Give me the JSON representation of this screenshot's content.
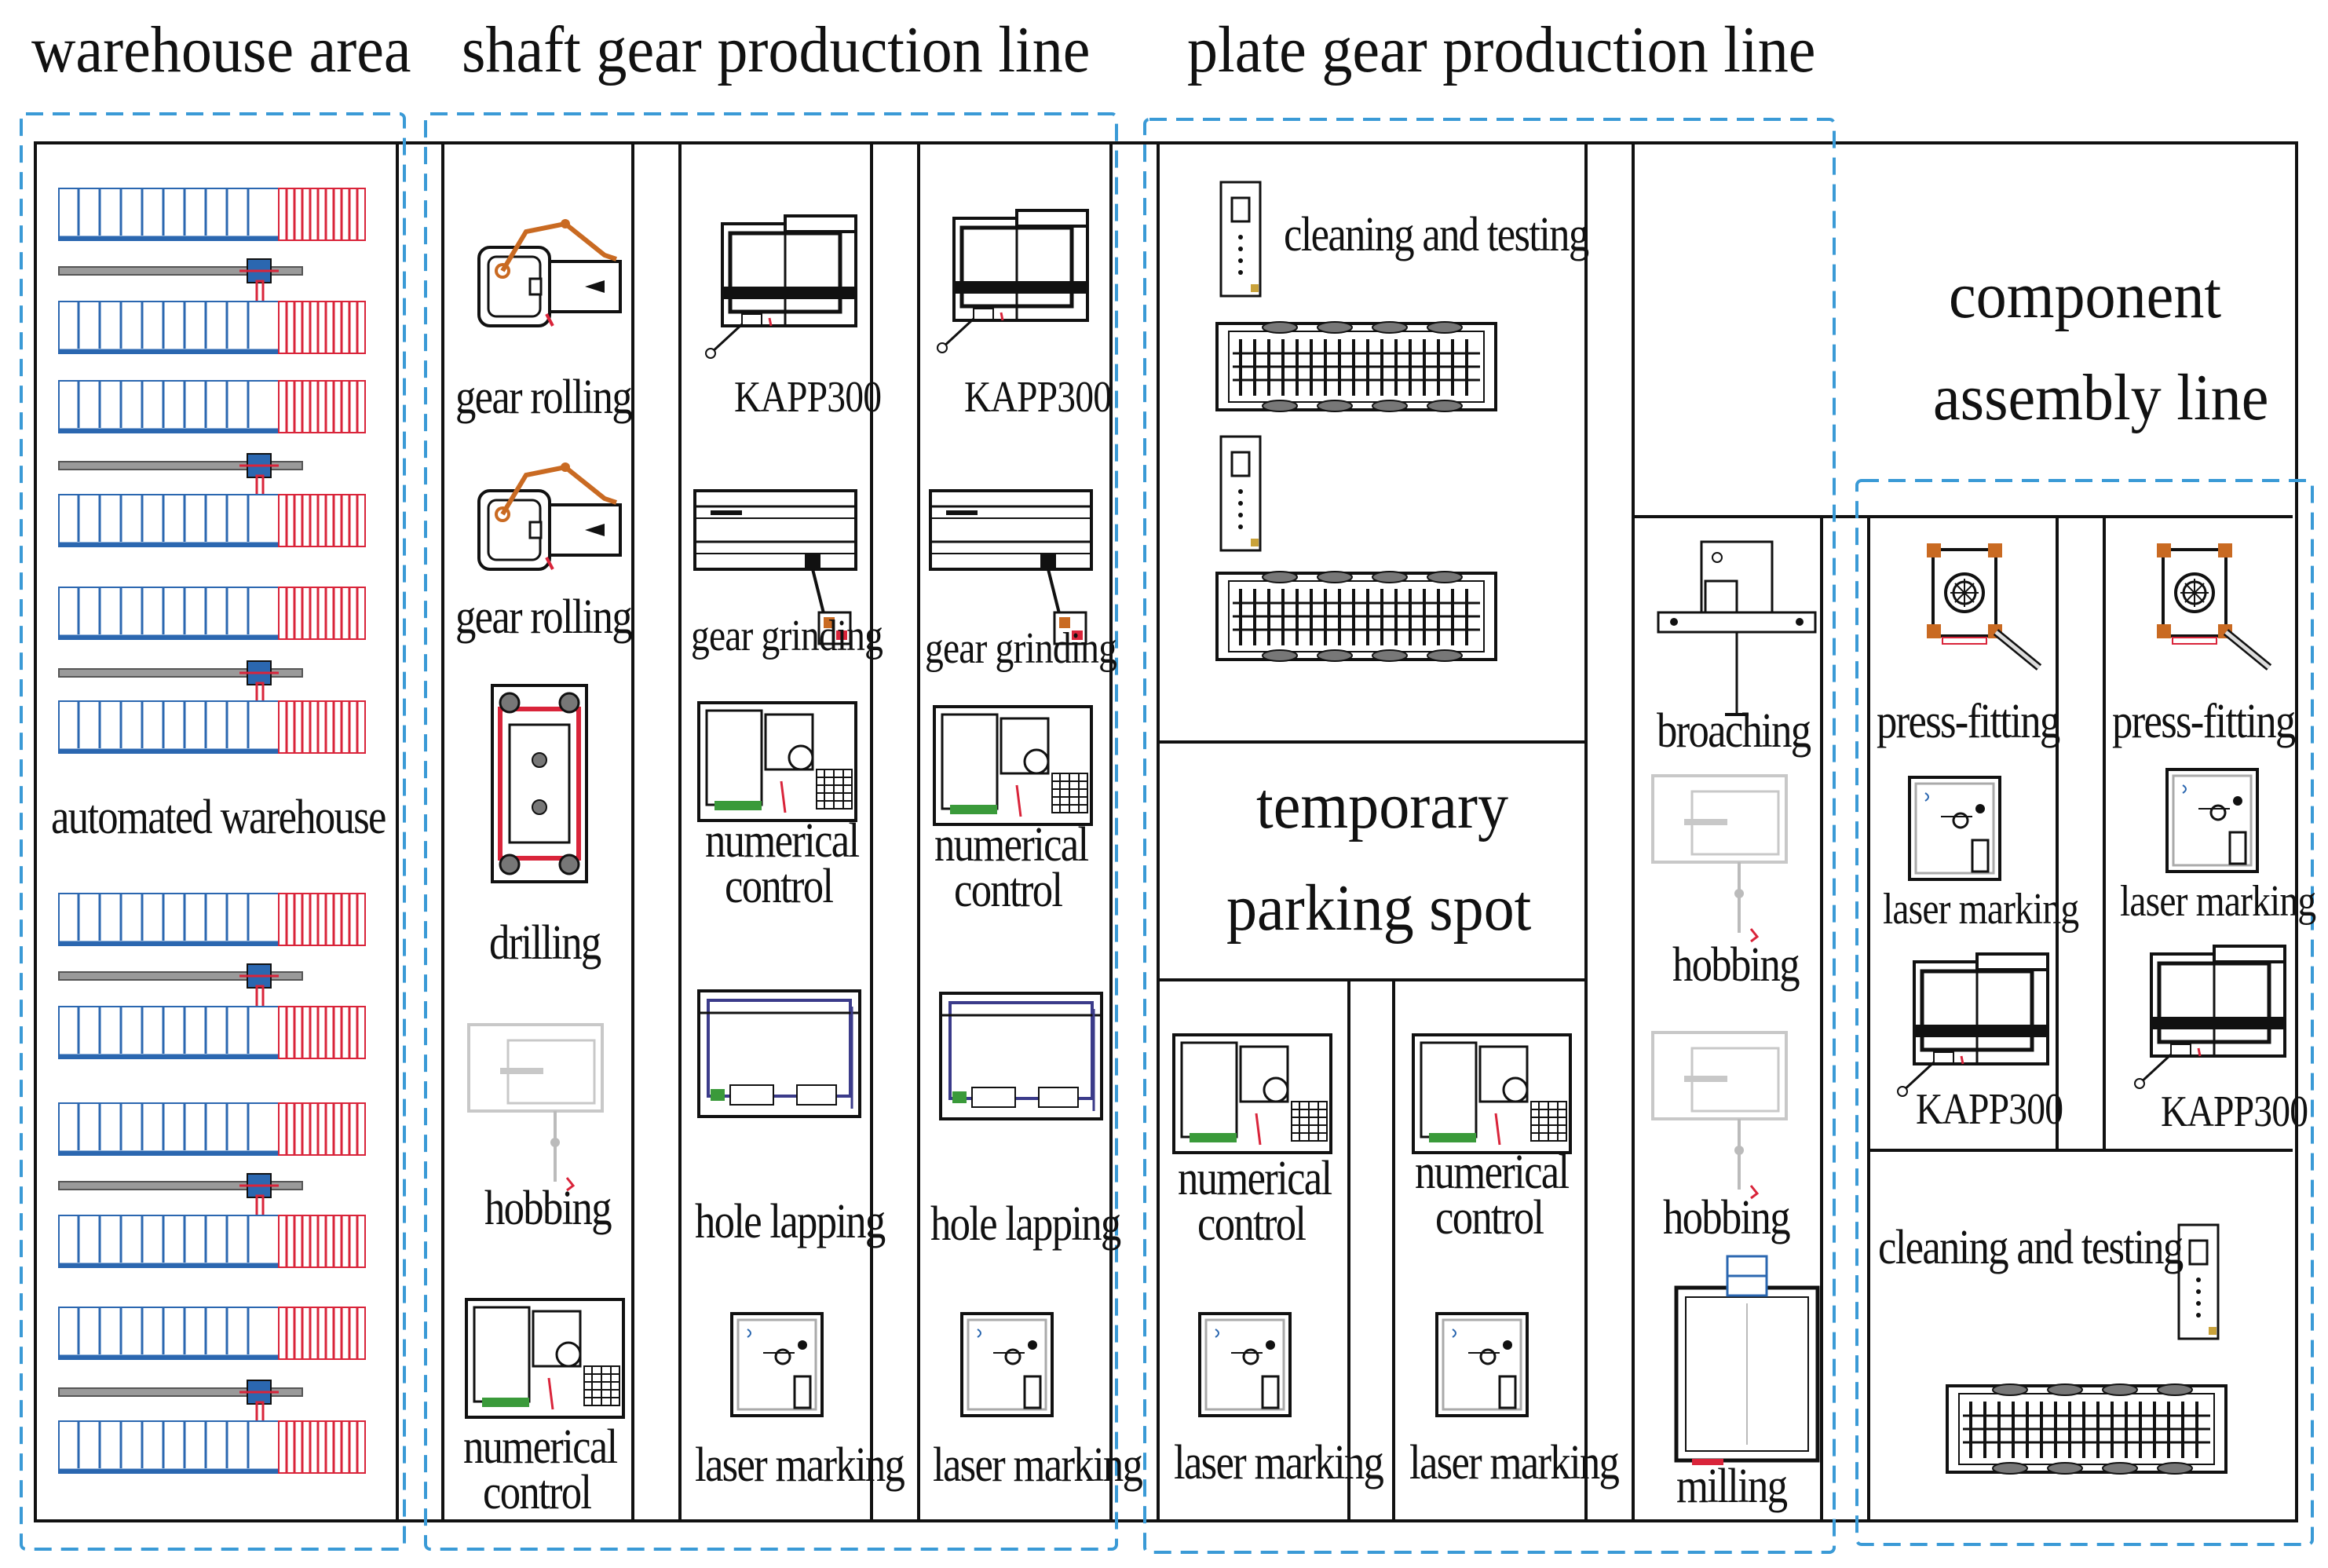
{
  "colors": {
    "line": "#111111",
    "dashed_border": "#3a9ad6",
    "rack_blue": "#2b67b0",
    "rack_red": "#d9243a",
    "orange": "#c96a22",
    "grey_machine": "#c8c8c8"
  },
  "areas": {
    "warehouse": "warehouse area",
    "shaft": "shaft gear production line",
    "plate": "plate gear production line",
    "component_1": "component",
    "component_2": "assembly line"
  },
  "labels": {
    "automated_warehouse": "automated warehouse",
    "gear_rolling": "gear rolling",
    "drilling": "drilling",
    "hobbing": "hobbing",
    "numerical_1": "numerical",
    "numerical_2": "control",
    "kapp300": "KAPP300",
    "gear_grinding": "gear grinding",
    "hole_lapping": "hole lapping",
    "laser_marking": "laser marking",
    "cleaning_testing": "cleaning and testing",
    "temporary_1": "temporary",
    "temporary_2": "parking spot",
    "broaching": "broaching",
    "milling": "milling",
    "press_fitting": "press-fitting"
  },
  "icons": [
    "rack-icon",
    "conveyor-icon",
    "gear-rolling-machine-icon",
    "drilling-machine-icon",
    "hobbing-machine-icon",
    "cnc-machine-icon",
    "kapp300-machine-icon",
    "gear-grinding-machine-icon",
    "hole-lapping-machine-icon",
    "laser-marking-machine-icon",
    "cleaning-testing-station-icon",
    "broaching-machine-icon",
    "milling-machine-icon",
    "press-fitting-machine-icon"
  ]
}
